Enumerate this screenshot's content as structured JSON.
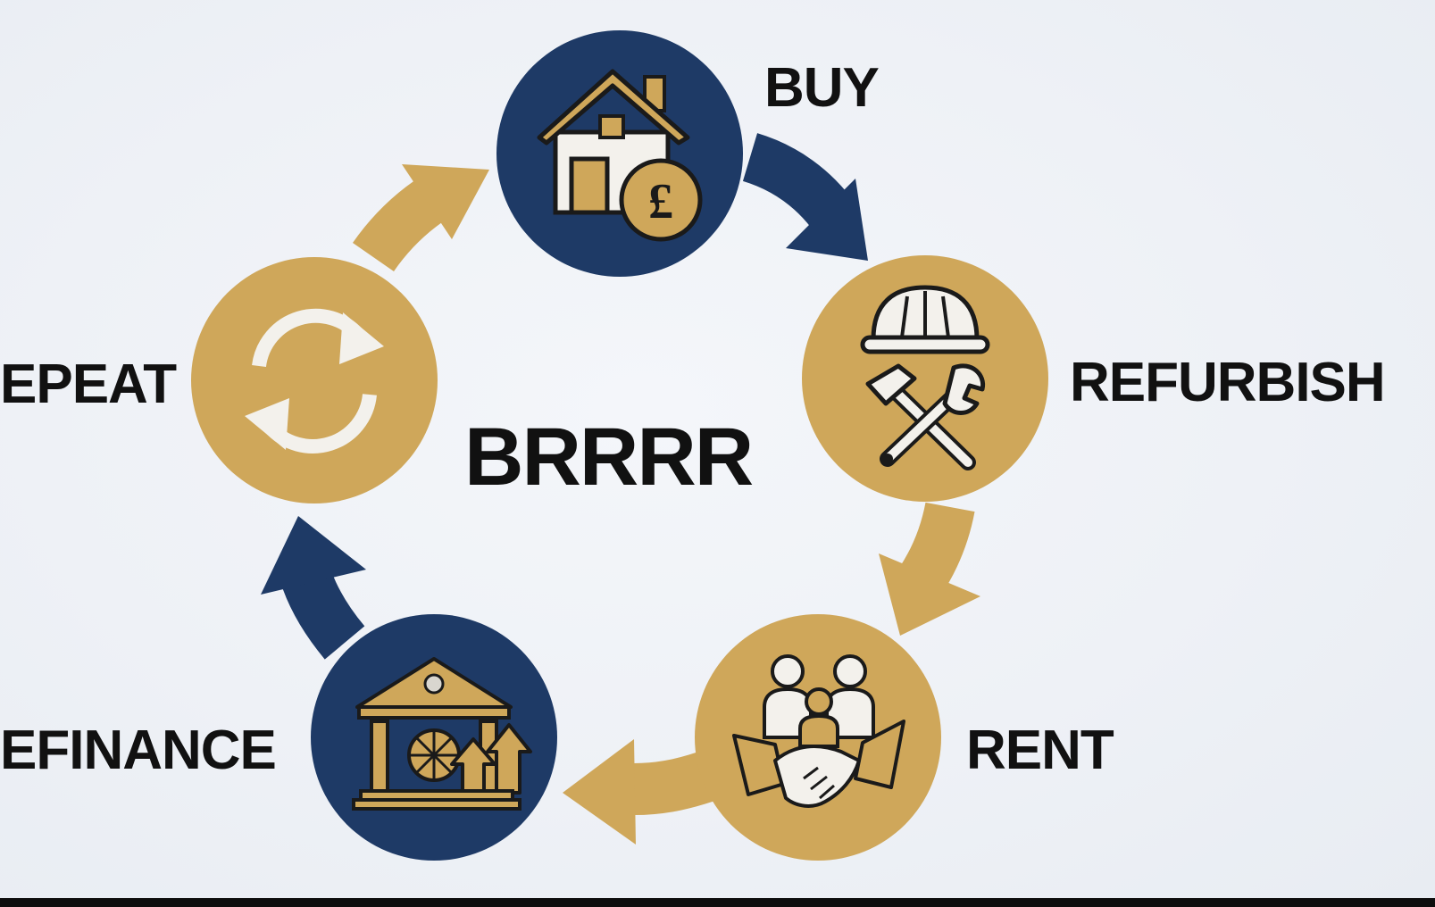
{
  "diagram": {
    "title": "BRRRR",
    "steps": [
      {
        "id": "buy",
        "label": "BUY",
        "icon": "house-pound-icon",
        "circle_color": "#1e3a66"
      },
      {
        "id": "refurbish",
        "label": "REFURBISH",
        "icon": "hardhat-tools-icon",
        "circle_color": "#cfa75a"
      },
      {
        "id": "rent",
        "label": "RENT",
        "icon": "tenants-handshake-icon",
        "circle_color": "#cfa75a"
      },
      {
        "id": "refinance",
        "label": "EFINANCE",
        "icon": "bank-growth-icon",
        "circle_color": "#1e3a66"
      },
      {
        "id": "repeat",
        "label": "EPEAT",
        "icon": "cycle-arrows-icon",
        "circle_color": "#cfa75a"
      }
    ],
    "colors": {
      "navy": "#1e3a66",
      "gold": "#cfa75a",
      "background": "#eef1f6",
      "text": "#111111"
    }
  }
}
